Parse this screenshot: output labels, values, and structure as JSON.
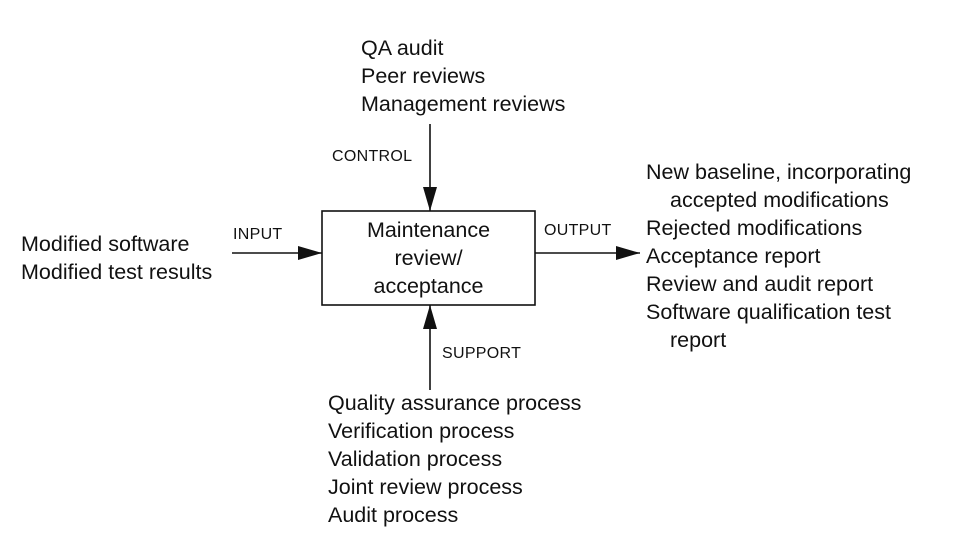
{
  "process_box": {
    "lines": [
      "Maintenance",
      "review/",
      "acceptance"
    ]
  },
  "control": {
    "label": "CONTROL",
    "items": [
      "QA audit",
      "Peer reviews",
      "Management reviews"
    ]
  },
  "input": {
    "label": "INPUT",
    "items": [
      "Modified software",
      "Modified test results"
    ]
  },
  "output": {
    "label": "OUTPUT",
    "items": [
      "New baseline, incorporating",
      "accepted modifications",
      "Rejected modifications",
      "Acceptance report",
      "Review and audit report",
      "Software qualification test",
      "report"
    ]
  },
  "support": {
    "label": "SUPPORT",
    "items": [
      "Quality assurance process",
      "Verification process",
      "Validation process",
      "Joint review process",
      "Audit process"
    ]
  }
}
